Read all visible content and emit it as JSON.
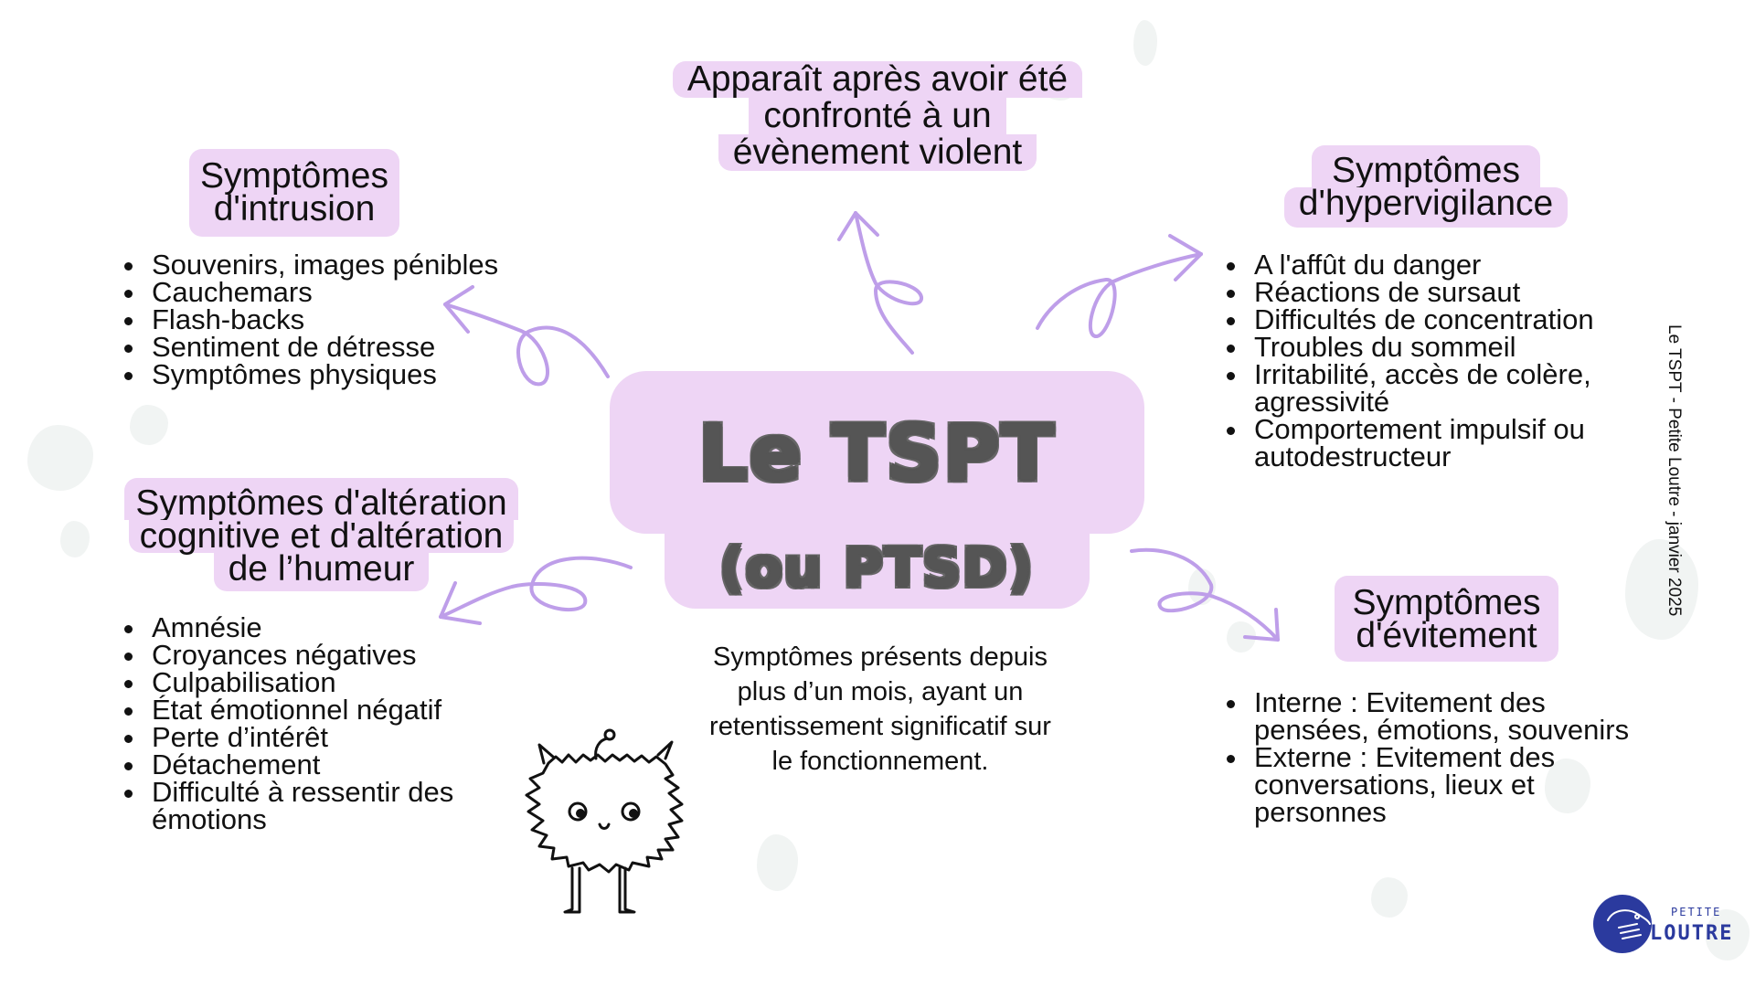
{
  "title": {
    "line1": "Le TSPT",
    "line2": "(ou PTSD)",
    "text_color": "#555555",
    "box_color": "#eed5f5"
  },
  "top_box": {
    "lines": [
      "Apparaît après avoir été",
      "confronté à un",
      "évènement violent"
    ]
  },
  "intrusion": {
    "heading": [
      "Symptômes",
      "d'intrusion"
    ],
    "items": [
      "Souvenirs, images pénibles",
      "Cauchemars",
      "Flash-backs",
      "Sentiment de détresse",
      "Symptômes physiques"
    ]
  },
  "hypervigilance": {
    "heading": [
      "Symptômes",
      "d'hypervigilance"
    ],
    "items": [
      "A l'affût du danger",
      "Réactions de sursaut",
      "Difficultés de concentration",
      "Troubles du sommeil",
      "Irritabilité, accès de colère, agressivité",
      "Comportement impulsif ou autodestructeur"
    ]
  },
  "alteration": {
    "heading": [
      "Symptômes d'altération",
      "cognitive et d'altération",
      "de l’humeur"
    ],
    "items": [
      "Amnésie",
      "Croyances négatives",
      "Culpabilisation",
      "État émotionnel négatif",
      "Perte d’intérêt",
      "Détachement",
      "Difficulté à ressentir des émotions"
    ]
  },
  "evitement": {
    "heading": [
      "Symptômes",
      "d'évitement"
    ],
    "items": [
      "Interne : Evitement des pensées, émotions, souvenirs",
      "Externe : Evitement des conversations, lieux et personnes"
    ]
  },
  "center_note": "Symptômes présents depuis plus d’un mois, ayant un retentissement significatif sur le fonctionnement.",
  "side_text": "Le TSPT - Petite Loutre - janvier 2025",
  "logo": {
    "small": "PETITE",
    "big": "LOUTRE",
    "icon": "otter-icon",
    "color": "#2b3a9e"
  },
  "mascot": {
    "icon": "fluffy-monster-icon"
  },
  "colors": {
    "highlight": "#eed5f5",
    "arrow": "#be9ee9",
    "splotch": "#f1f4f3"
  }
}
